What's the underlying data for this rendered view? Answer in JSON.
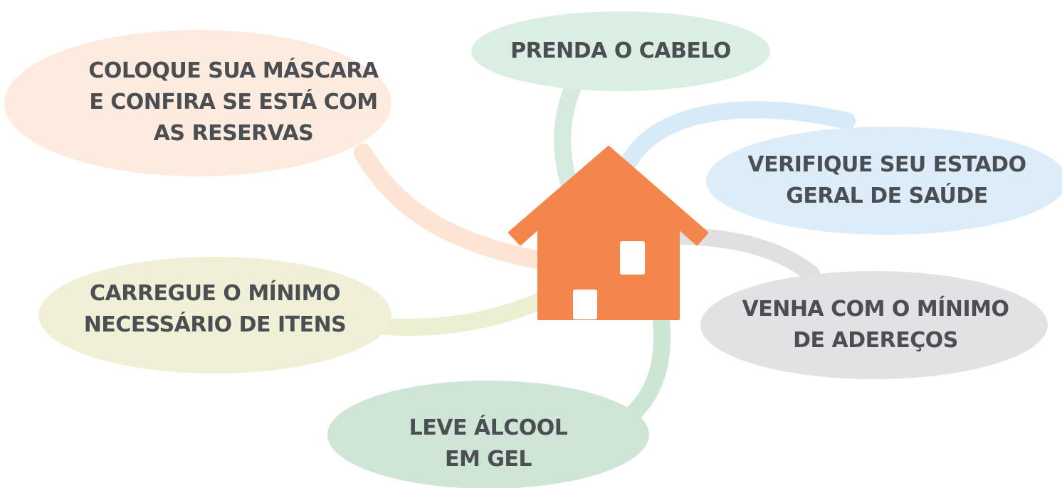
{
  "colors": {
    "house": "#f4864c",
    "house_window": "#ffffff",
    "text": "#4b4f54",
    "peach": "#fdebdf",
    "peach_line": "#fde4d5",
    "mint": "#daeee2",
    "mint_line": "#d5ebdd",
    "sky": "#dcedf9",
    "sky_line": "#d6eaf8",
    "gray": "#e2e2e4",
    "gray_line": "#e0e0e2",
    "khaki": "#eff0d5",
    "khaki_line": "#edefd2",
    "green": "#cfe6d6",
    "green_line": "#cde5d3"
  },
  "center": {
    "icon": "house-icon"
  },
  "tips": [
    {
      "id": "mask",
      "lines": [
        "COLOQUE SUA MÁSCARA",
        "E CONFIRA SE ESTÁ COM",
        "AS RESERVAS"
      ]
    },
    {
      "id": "hair",
      "lines": [
        "PRENDA O CABELO"
      ]
    },
    {
      "id": "health",
      "lines": [
        "VERIFIQUE SEU ESTADO",
        "GERAL DE SAÚDE"
      ]
    },
    {
      "id": "items",
      "lines": [
        "CARREGUE O MÍNIMO",
        "NECESSÁRIO DE ITENS"
      ]
    },
    {
      "id": "accessories",
      "lines": [
        "VENHA COM O MÍNIMO",
        "DE ADEREÇOS"
      ]
    },
    {
      "id": "alcohol",
      "lines": [
        "LEVE ÁLCOOL",
        "EM GEL"
      ]
    }
  ]
}
